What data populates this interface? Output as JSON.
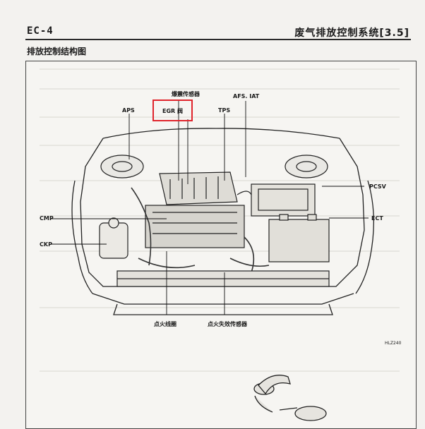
{
  "header": {
    "page_code": "EC-4",
    "section_title": "废气排放控制系统[3.5]"
  },
  "subtitle": "排放控制结构图",
  "diagram": {
    "labels": {
      "knock_sensor": "爆震传感器",
      "egr_valve": "EGR 阀",
      "aps": "APS",
      "tps": "TPS",
      "afs_iat": "AFS. IAT",
      "pcsv": "PCSV",
      "cmp": "CMP",
      "ect": "ECT",
      "ckp": "CKP",
      "ignition_coil": "点火线圈",
      "misfire_sensor": "点火失效传感器",
      "figure_code": "HLZ240"
    },
    "highlight_color": "#e0242c"
  }
}
